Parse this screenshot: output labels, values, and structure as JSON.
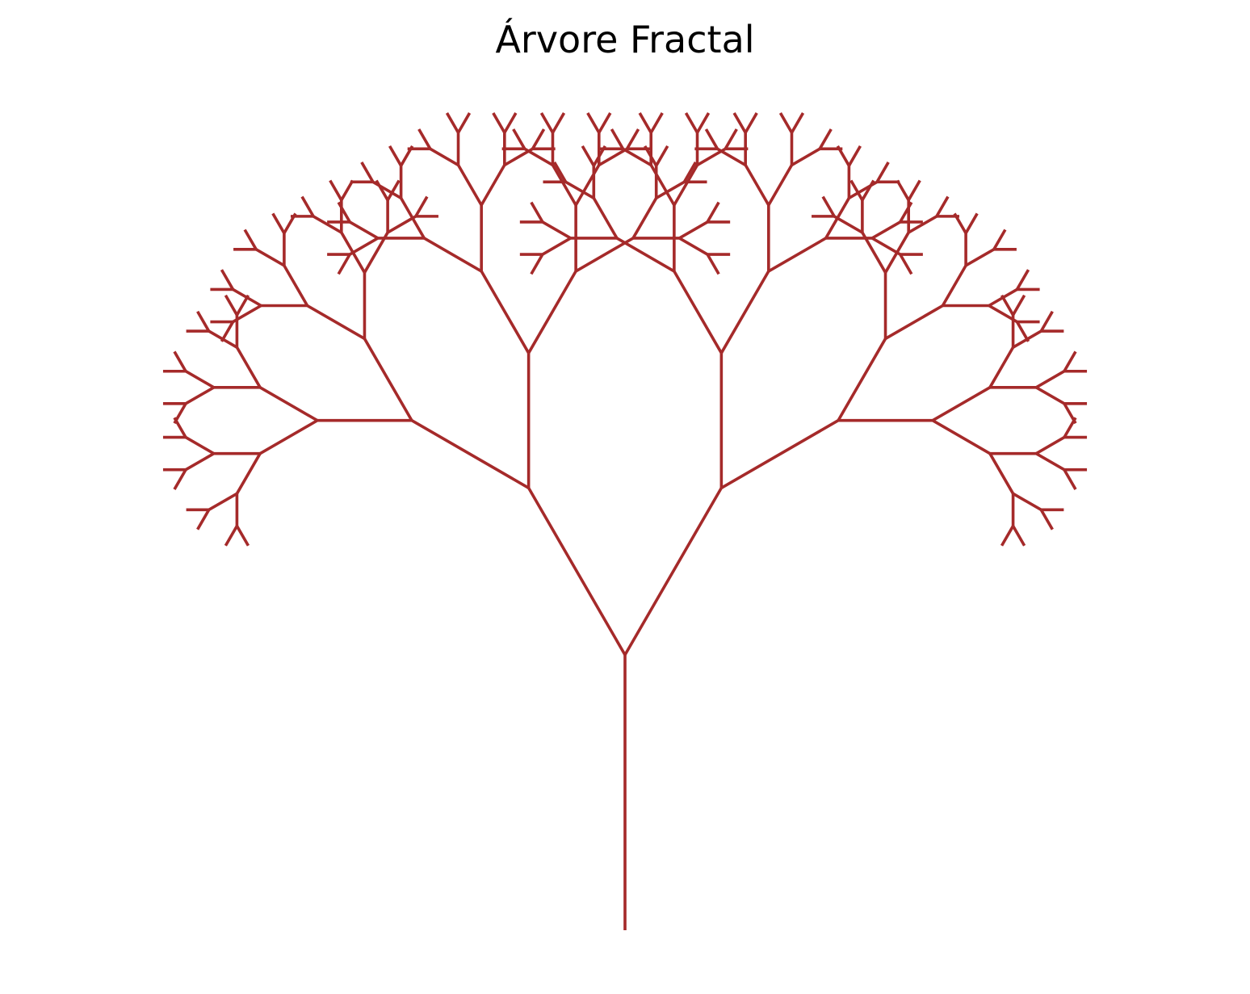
{
  "title": "Árvore Fractal",
  "tree": {
    "branch_color": "#a52a2a",
    "depth": 7,
    "branch_angle_degrees": 30,
    "length_scale": 0.7
  }
}
